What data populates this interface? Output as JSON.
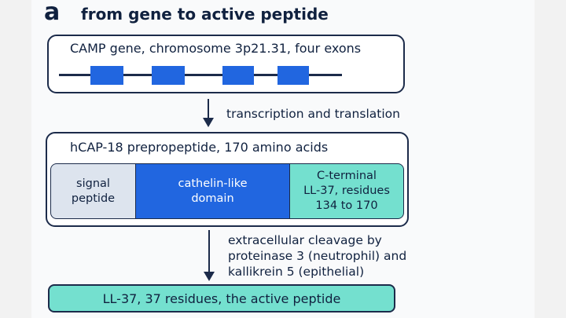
{
  "panel": {
    "letter": "a",
    "title": "from gene to active peptide"
  },
  "gene": {
    "label": "CAMP gene, chromosome 3p21.31, four exons",
    "exon_count": 4,
    "exon_color": "#2166e0"
  },
  "step1": {
    "label": "transcription and translation"
  },
  "prepropeptide": {
    "title": "hCAP-18 prepropeptide, 170 amino acids",
    "segments": [
      {
        "lines": [
          "signal",
          "peptide"
        ],
        "color": "#dde4ee"
      },
      {
        "lines": [
          "cathelin-like",
          "domain"
        ],
        "color": "#2166e0"
      },
      {
        "lines": [
          "C-terminal",
          "LL-37, residues",
          "134 to 170"
        ],
        "color": "#74e0cf"
      }
    ]
  },
  "step2": {
    "lines": [
      "extracellular cleavage by",
      "proteinase 3 (neutrophil) and",
      "kallikrein 5 (epithelial)"
    ]
  },
  "final": {
    "label": "LL-37, 37 residues, the active peptide",
    "color": "#74e0cf"
  }
}
